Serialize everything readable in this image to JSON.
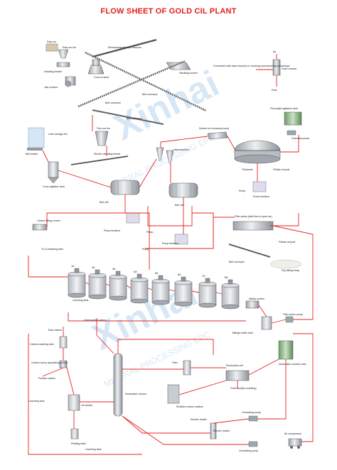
{
  "title": "FLOW SHEET OF GOLD CIL PLANT",
  "watermark": {
    "brand": "Xinhai",
    "tagline": "MINERAL PROCESSING EPC"
  },
  "colors": {
    "title": "#e0201b",
    "flow_line": "#e52420",
    "equipment": "#c8ccd2",
    "watermark": "#2a7fd0"
  },
  "labels": {
    "raw_ore": "Raw ore",
    "raw_ore_bin": "Raw ore bin",
    "vibrating_feeder": "Vibrating feeder",
    "jaw_crusher": "Jaw crusher",
    "electromagnetic_iron_remover": "Electromagnetic iron remover",
    "cone_crusher": "Cone crusher",
    "vibrating_screen": "Vibrating screen",
    "belt_conveyor": "Belt conveyor",
    "dust_note": "Connected with dust recovery in crushing and screening workshops",
    "dust_remover": "Dust remover",
    "dust": "Dust",
    "air": "Air",
    "flocculant_agitation_tank": "Flocculant agitation tank",
    "chemical_pump": "Chemical pump",
    "lime_storage_bin": "Lime storage bin",
    "fine_ore_bin": "Fine ore bin",
    "electric_vibrating_feeder": "Electric vibrating feeder",
    "screen_for_removing_wood": "Screen for removing wood",
    "belt_feeder": "Belt feeder",
    "hydrocyclone": "Hydrocyclone",
    "thickener": "Thickener",
    "filtrate_recycle": "Filtrate recycle",
    "cone_agitation_tank": "Cone agitation tank",
    "ball_mill": "Ball mill",
    "pump": "Pump",
    "pump_feedbox": "Pump feedbox",
    "filter_press": "Filter press (with flow in open air)",
    "filtrate_recycle_2": "Filtrate recycle",
    "carbon_lifting_screen": "Carbon lifting screen",
    "to_leaching_tank": "To 1# leaching tank",
    "belt_conveyer": "Belt conveyer",
    "dry_tailing_heap": "Dry tailing heap",
    "leaching_tank": "Leaching tank",
    "gold_loaded_carbon": "Gold loaded carbon",
    "safety_screen": "Safety screen",
    "tailings_buffer_tank": "Tailings buffer tank",
    "filter_press_pump": "Filter press pump",
    "raw_carbon": "Raw carbon",
    "carbon_washing_tank": "Carbon washing tank",
    "carbon_slurry_separating_screen": "Carbon slurry separating screen",
    "powder_carbon": "Powder carbon",
    "leaching_tank_2": "Leaching tank",
    "jet_device": "Jet device",
    "desorption_column": "Desorption column",
    "filter": "Filter",
    "electrolytic_cell": "Electrolytic cell",
    "gold_mud": "Gold mud(for smelting)",
    "rectifier_control_cabinet": "Rectifier control cabinet",
    "desorption_solution_tank": "Desorption solution tank",
    "circulating_pump": "Circulating pump",
    "electric_heater": "Electric heater",
    "pickling_balls": "Pickling balls",
    "leaching_tank_3": "Leaching tank",
    "circulating_pump_2": "Circulating pump",
    "air_compressor": "Air compressor"
  },
  "tanks": [
    "1#",
    "2#",
    "3#",
    "4#",
    "5#",
    "6#",
    "7#",
    "8#"
  ]
}
